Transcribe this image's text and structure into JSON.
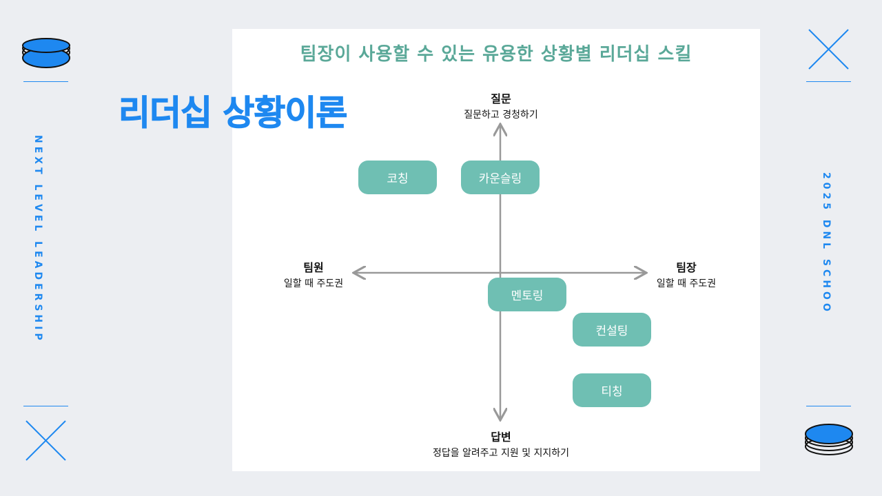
{
  "heading": "리더십 상황이론",
  "left_vertical": "NEXT LEVEL LEADERSHIP",
  "right_vertical": "2025 DNL SCHOO",
  "panel": {
    "title": "팀장이 사용할 수 있는 유용한 상황별 리더십 스킬",
    "axes": {
      "top": {
        "label": "질문",
        "sub": "질문하고 경청하기"
      },
      "bottom": {
        "label": "답변",
        "sub": "정답을 알려주고 지원 및 지지하기"
      },
      "left": {
        "label": "팀원",
        "sub": "일할 때 주도권"
      },
      "right": {
        "label": "팀장",
        "sub": "일할 때 주도권"
      }
    },
    "pills": {
      "coaching": "코칭",
      "counseling": "카운슬링",
      "mentoring": "멘토링",
      "consulting": "컨설팅",
      "teaching": "티칭"
    }
  },
  "colors": {
    "accent": "#1e88f0",
    "teal": "#6fbfb3",
    "title_teal": "#5aa898"
  }
}
